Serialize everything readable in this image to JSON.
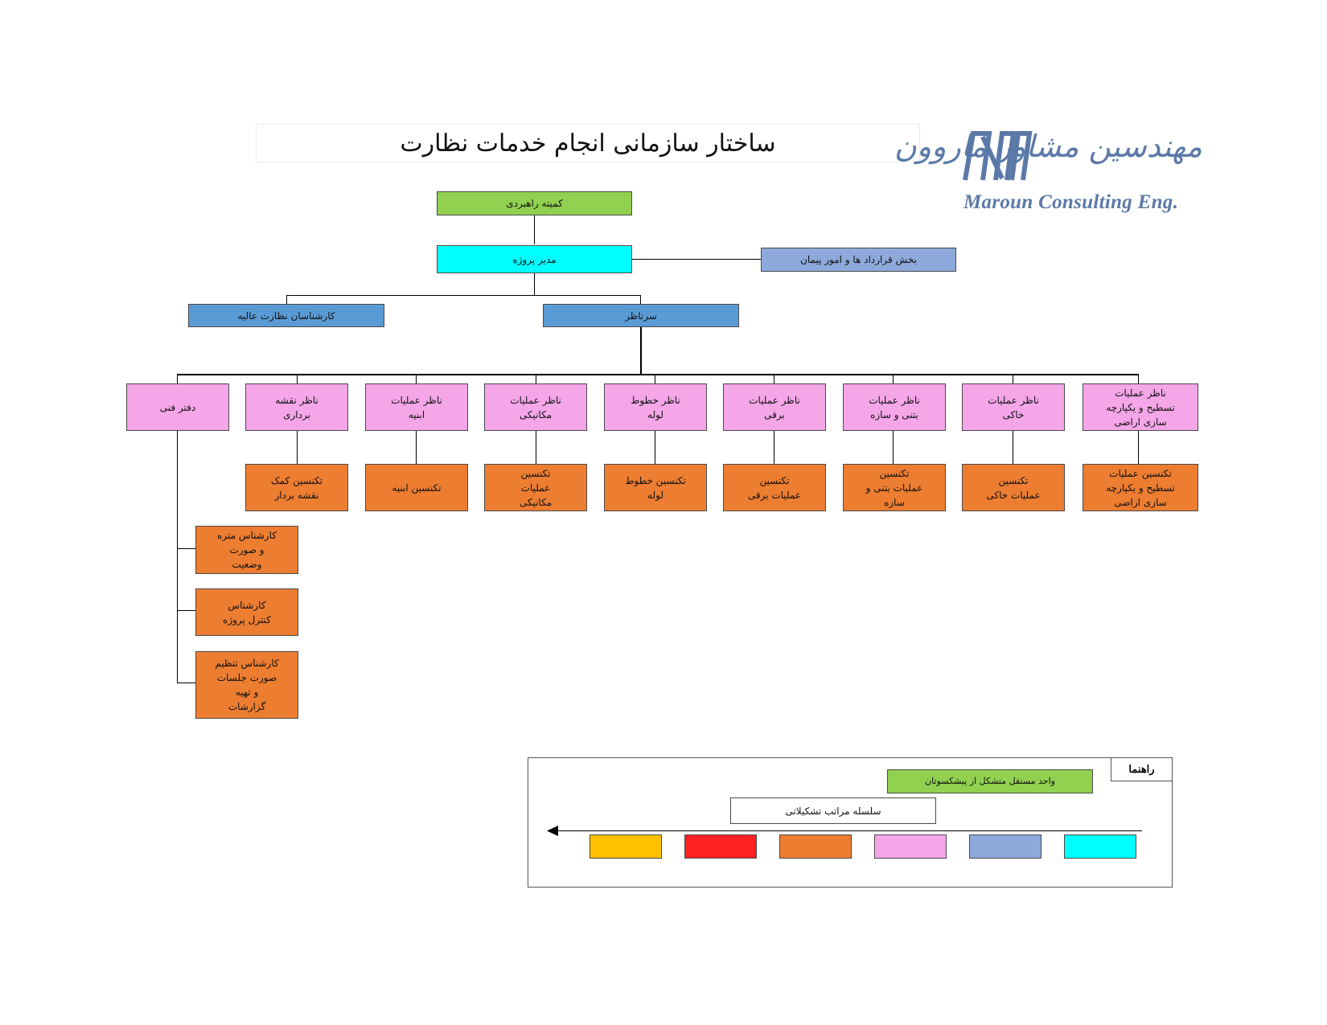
{
  "title": "ساختار سازمانی انجام خدمات نظارت",
  "logo": {
    "persian_text": "مهندسین مشاور ماروون",
    "english_text": "Maroun Consulting Eng."
  },
  "nodes": {
    "steering_committee": "کمیته راهبردی",
    "project_manager": "مدیر پروژه",
    "contracts": "بخش قرارداد ها و امور پیمان",
    "senior_experts": "کارشناسان نظارت عالیه",
    "chief_supervisor": "سرناظر",
    "supervisors": [
      "ناظر عملیات\nتسطیح و یکپارچه\nسازی اراضی",
      "ناظر عملیات\nخاکی",
      "ناظر عملیات\nبتنی و سازه",
      "ناظر عملیات\nبرقی",
      "ناظر خطوط\nلوله",
      "ناظر عملیات\nمکانیکی",
      "ناظر عملیات\nابنیه",
      "ناظر نقشه\nبرداری",
      "دفتر فنی"
    ],
    "technicians": [
      "تکنسین عملیات\nتسطیح و یکپارچه\nسازی اراضی",
      "تکنسین\nعملیات خاکی",
      "تکنسین\nعملیات بتنی و\nسازه",
      "تکنسین\nعملیات برقی",
      "تکنسین خطوط\nلوله",
      "تکنسین\nعملیات\nمکانیکی",
      "تکنسین ابنیه",
      "تکنسین کمک\nنقشه بردار"
    ],
    "office_staff": [
      "کارشناس متره\nو صورت\nوضعیت",
      "کارشناس\nکنترل پروژه",
      "کارشناس تنظیم\nصورت جلسات\nو تهیه\nگزارشات"
    ]
  },
  "legend": {
    "title": "راهنما",
    "independent_unit": "واحد مستقل متشکل از پیشکسوتان",
    "hierarchy": "سلسله مراتب تشکیلاتی",
    "swatch_colors": [
      "#00ffff",
      "#8ea9db",
      "#f4a6e8",
      "#ed7d31",
      "#ff2020",
      "#ffc000"
    ]
  }
}
